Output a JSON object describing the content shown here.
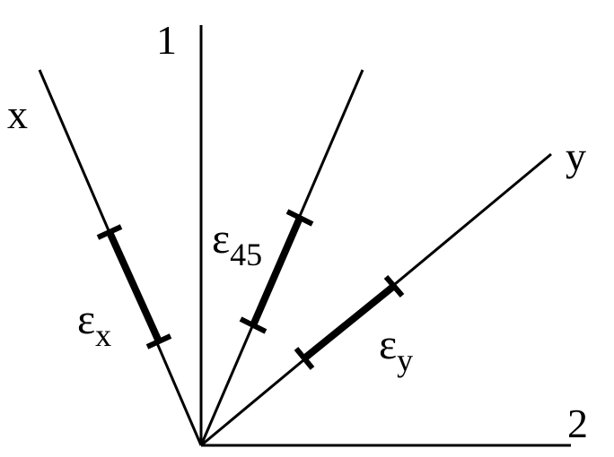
{
  "labels": {
    "axis_1": "1",
    "axis_2": "2",
    "axis_x": "x",
    "axis_y": "y",
    "epsilon_symbol": "ε",
    "eps_x_sub": "x",
    "eps_45_sub": "45",
    "eps_y_sub": "y"
  }
}
